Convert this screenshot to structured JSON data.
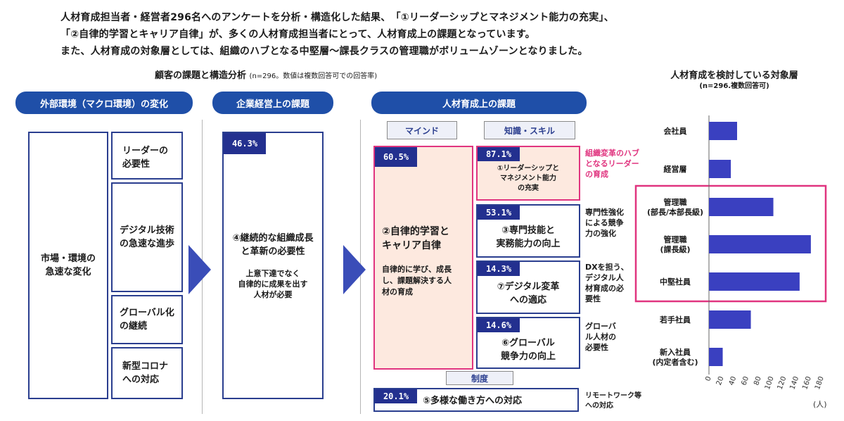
{
  "intro": [
    "人材育成担当者・経営者296名へのアンケートを分析・構造化した結果、　「①リーダーシップとマネジメント能力の充実」、",
    "「②自律的学習とキャリア自律」が、多くの人材育成担当者にとって、人材育成上の課題となっています。",
    "また、人材育成の対象層としては、組織のハブとなる中堅層〜課長クラスの管理職がボリュームゾーンとなりました。"
  ],
  "diagram": {
    "title": "顧客の課題と構造分析",
    "subtitle": "(n=296。数値は複数回答可での回答率)",
    "col1": {
      "header": "外部環境（マクロ環境）の変化",
      "main": "市場・環境の\n急速な変化",
      "items": [
        "リーダーの\n必要性",
        "デジタル技術\nの急速な進歩",
        "グローバル化\nの継続",
        "新型コロナ\nへの対応"
      ]
    },
    "col2": {
      "header": "企業経営上の課題",
      "pct": "46.3%",
      "title": "④継続的な組織成長\nと革新の必要性",
      "desc": "上意下達でなく\n自律的に成果を出す\n人材が必要"
    },
    "col3": {
      "header": "人材育成上の課題",
      "mind_label": "マインド",
      "skill_label": "知識・スキル",
      "system_label": "制度",
      "mind": {
        "pct": "60.5%",
        "title": "②自律的学習と\nキャリア自律",
        "desc": "自律的に学び、成長\nし、課題解決する人\n材の育成"
      },
      "skills": [
        {
          "pct": "87.1%",
          "title": "①リーダーシップと\nマネジメント能力\nの充実",
          "note": "組織変革のハブ\nとなるリーダー\nの育成"
        },
        {
          "pct": "53.1%",
          "title": "③専門技能と\n実務能力の向上",
          "note": "専門性強化\nによる競争\n力の強化"
        },
        {
          "pct": "14.3%",
          "title": "⑦デジタル変革\nへの適応",
          "note": "DXを担う、\nデジタル人\n材育成の必\n要性"
        },
        {
          "pct": "14.6%",
          "title": "⑥グローバル\n競争力の向上",
          "note": "グローバ\nル人材の\n必要性"
        }
      ],
      "system": {
        "pct": "20.1%",
        "title": "⑤多様な働き方への対応",
        "note": "リモートワーク等\nへの対応"
      }
    }
  },
  "chart_data": {
    "type": "bar",
    "orientation": "horizontal",
    "title": "人材育成を検討している対象層",
    "subtitle": "(n=296.複数回答可)",
    "categories": [
      "会社員",
      "経営層",
      "管理職\n(部長/本部長級)",
      "管理職\n(課長級)",
      "中堅社員",
      "若手社員",
      "新入社員\n(内定者含む)"
    ],
    "values": [
      45,
      35,
      103,
      163,
      145,
      67,
      22
    ],
    "xlim": [
      0,
      180
    ],
    "xticks": [
      "0",
      "20",
      "40",
      "60",
      "80",
      "100",
      "120",
      "140",
      "160",
      "180"
    ],
    "unit": "(人)",
    "highlight": [
      2,
      4
    ],
    "bar_color": "#3a40c0",
    "highlight_color": "#e0347f"
  }
}
